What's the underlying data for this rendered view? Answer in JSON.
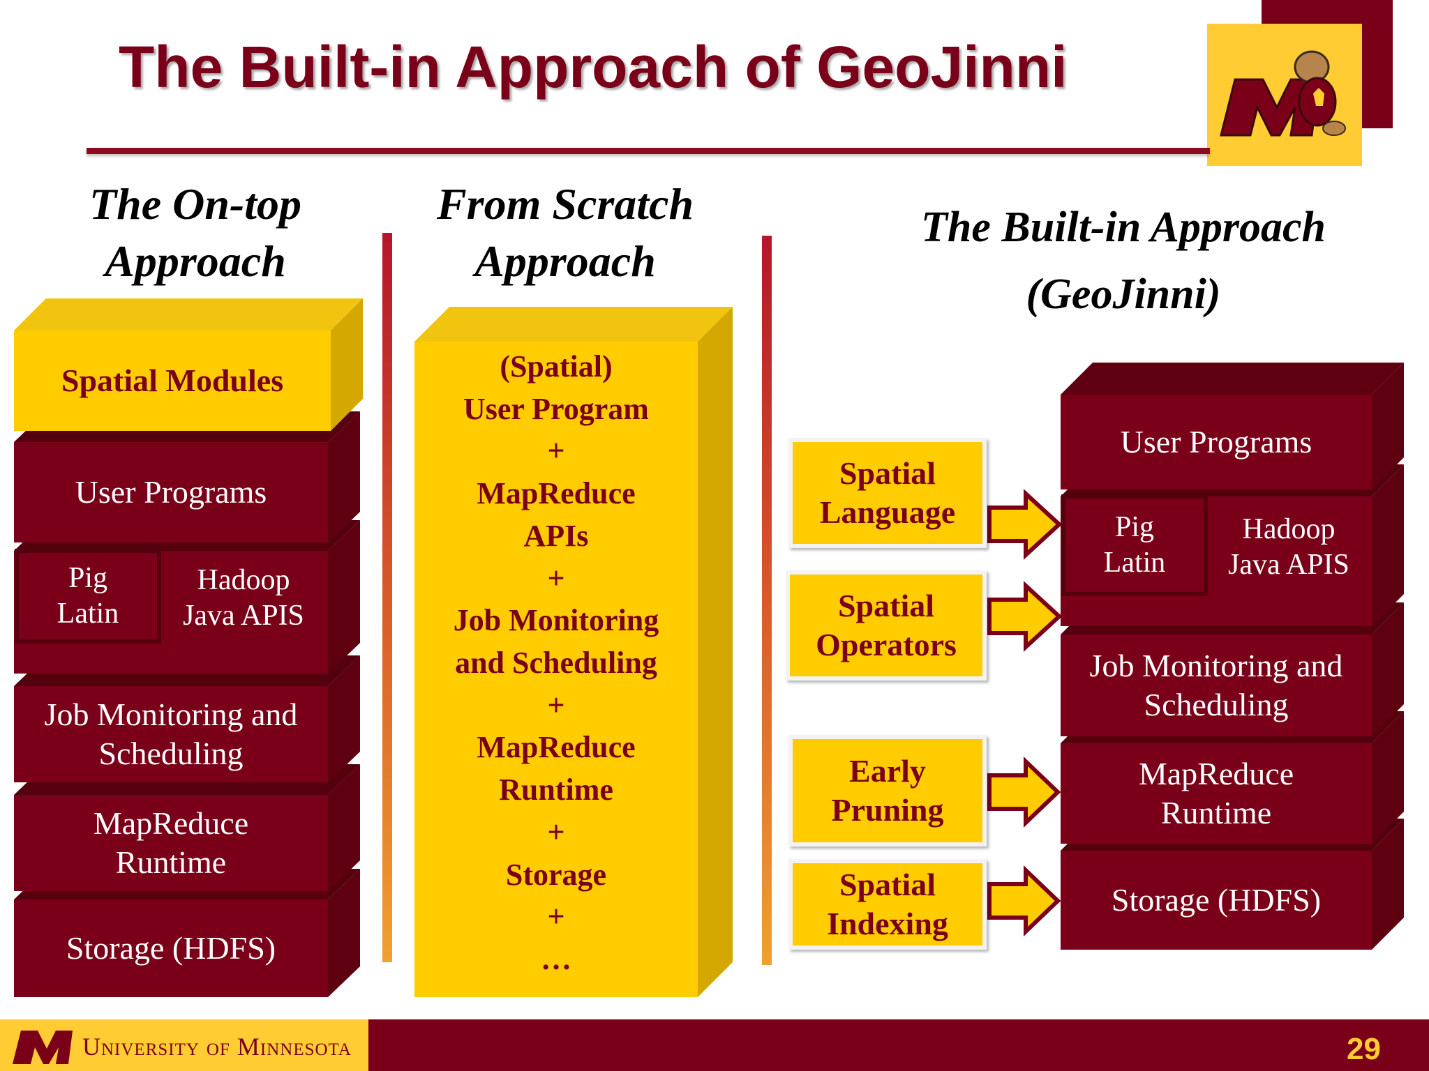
{
  "slide": {
    "title": "The Built-in Approach of GeoJinni",
    "page_number": "29",
    "university": "University of Minnesota"
  },
  "colors": {
    "maroon": "#7a0019",
    "gold": "#ffcc00",
    "title_rule": "#8b0a1e"
  },
  "columns": {
    "ontop": {
      "heading": "The On-top\nApproach",
      "layers": {
        "spatial_modules": "Spatial Modules",
        "user_programs": "User Programs",
        "pig_latin": "Pig\nLatin",
        "hadoop_java": "Hadoop\nJava APIS",
        "job_monitoring": "Job Monitoring and\nScheduling",
        "mapreduce_runtime": "MapReduce\nRuntime",
        "storage": "Storage (HDFS)"
      }
    },
    "scratch": {
      "heading": "From Scratch\nApproach",
      "stack_text": "(Spatial)\nUser Program\n+\nMapReduce\nAPIs\n+\nJob Monitoring\nand Scheduling\n+\nMapReduce\nRuntime\n+\nStorage\n+\n…"
    },
    "builtin": {
      "heading": "The Built-in Approach\n(GeoJinni)",
      "modules": {
        "spatial_language": "Spatial\nLanguage",
        "spatial_operators": "Spatial\nOperators",
        "early_pruning": "Early\nPruning",
        "spatial_indexing": "Spatial\nIndexing"
      },
      "layers": {
        "user_programs": "User Programs",
        "pig_latin": "Pig\nLatin",
        "hadoop_java": "Hadoop\nJava APIS",
        "job_monitoring": "Job Monitoring and\nScheduling",
        "mapreduce_runtime": "MapReduce\nRuntime",
        "storage": "Storage (HDFS)"
      }
    }
  }
}
